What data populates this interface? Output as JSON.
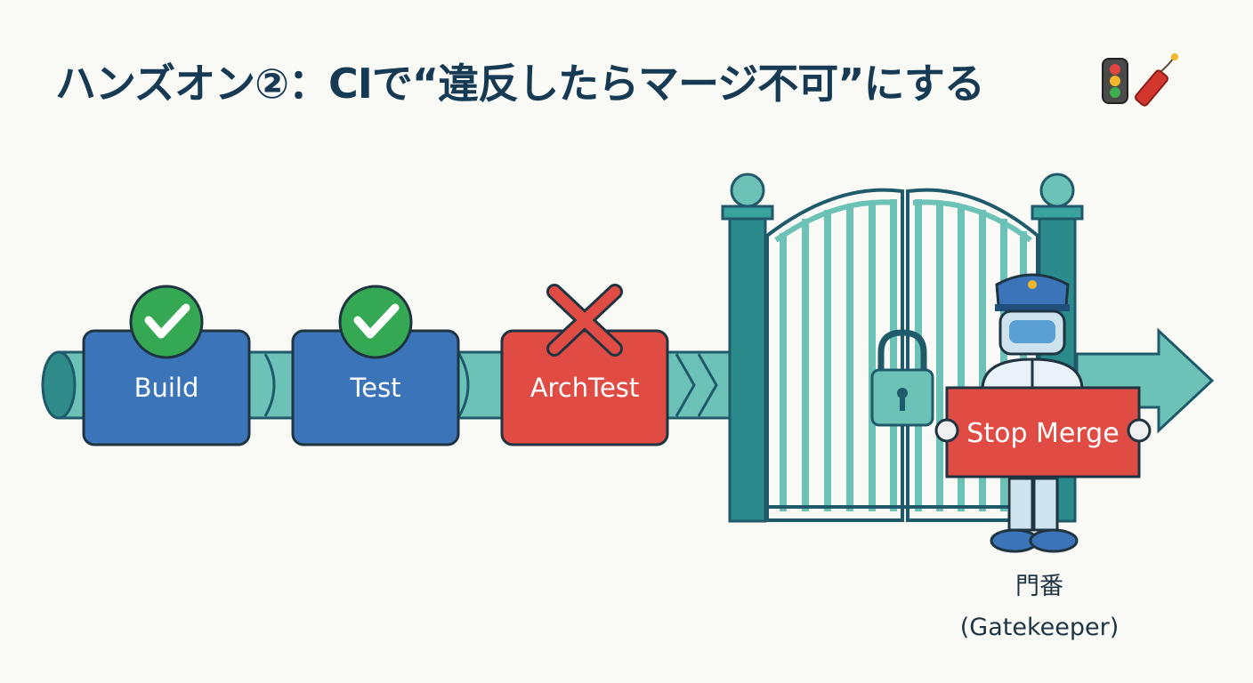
{
  "title": "ハンズオン②：CIで“違反したらマージ不可”にする",
  "title_icons": [
    "traffic-light-icon",
    "dynamite-icon"
  ],
  "stages": [
    {
      "label": "Build",
      "status": "pass",
      "icon": "check-icon"
    },
    {
      "label": "Test",
      "status": "pass",
      "icon": "check-icon"
    },
    {
      "label": "ArchTest",
      "status": "fail",
      "icon": "cross-icon"
    }
  ],
  "gate": {
    "icon": "padlock-icon"
  },
  "gatekeeper": {
    "sign": "Stop Merge",
    "label_jp": "門番",
    "label_en": "(Gatekeeper)"
  },
  "colors": {
    "pass": "#3b74b9",
    "fail": "#e04b44",
    "pipe": "#6cc2b6",
    "gate": "#2a8a8c",
    "check": "#34a853",
    "text": "#163a54"
  }
}
